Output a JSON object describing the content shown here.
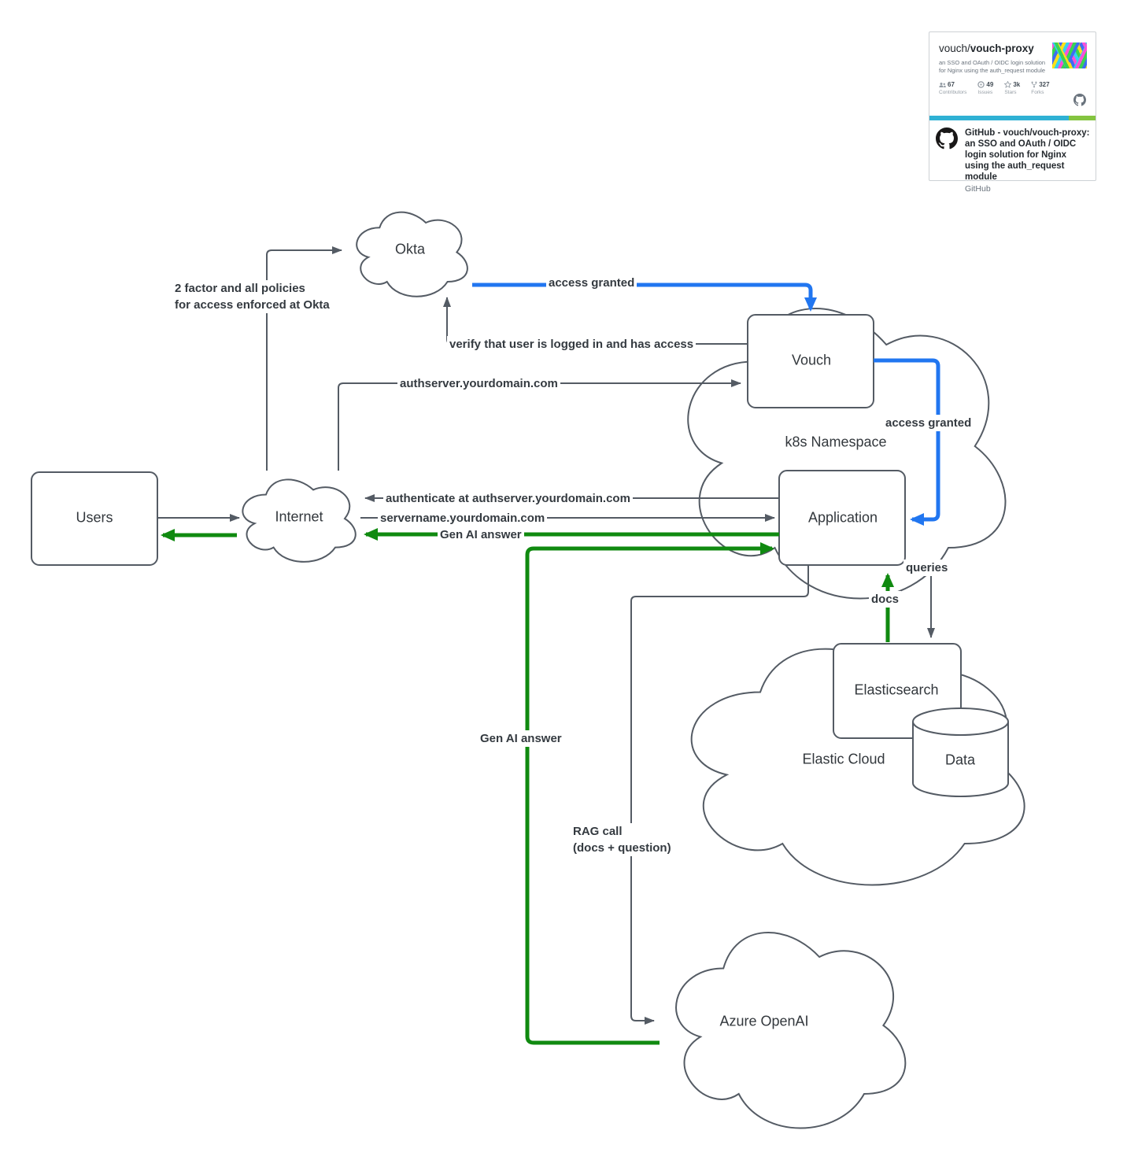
{
  "diagram": {
    "nodes": {
      "users": {
        "label": "Users"
      },
      "internet": {
        "label": "Internet"
      },
      "okta": {
        "label": "Okta"
      },
      "k8s_namespace": {
        "label": "k8s Namespace"
      },
      "vouch": {
        "label": "Vouch"
      },
      "application": {
        "label": "Application"
      },
      "elastic_cloud": {
        "label": "Elastic Cloud"
      },
      "elasticsearch": {
        "label": "Elasticsearch"
      },
      "data": {
        "label": "Data"
      },
      "azure_openai": {
        "label": "Azure OpenAI"
      }
    },
    "edge_labels": {
      "two_factor": "2 factor and all policies\nfor access enforced at Okta",
      "access_granted_top": "access granted",
      "verify_user": "verify that user is logged in and has access",
      "authserver": "authserver.yourdomain.com",
      "access_granted_right": "access granted",
      "authenticate": "authenticate at authserver.yourdomain.com",
      "servername": "servername.yourdomain.com",
      "gen_ai_answer_top": "Gen AI answer",
      "gen_ai_answer_side": "Gen AI answer",
      "rag_call": "RAG call\n(docs + question)",
      "queries": "queries",
      "docs": "docs"
    },
    "colors": {
      "line": "#545b64",
      "accent_blue": "#2176f0",
      "accent_green": "#108a10",
      "text": "#33383d"
    }
  },
  "github_card": {
    "repo_owner": "vouch/",
    "repo_name": "vouch-proxy",
    "description": "an SSO and OAuth / OIDC login solution for Nginx using the auth_request module",
    "stats": [
      {
        "icon": "contributors-icon",
        "value": "67",
        "label": "Contributors"
      },
      {
        "icon": "issues-icon",
        "value": "49",
        "label": "Issues"
      },
      {
        "icon": "star-icon",
        "value": "3k",
        "label": "Stars"
      },
      {
        "icon": "fork-icon",
        "value": "327",
        "label": "Forks"
      }
    ],
    "link_title": "GitHub - vouch/vouch-proxy: an SSO and OAuth / OIDC login solution for Nginx using the auth_request module",
    "source": "GitHub"
  }
}
